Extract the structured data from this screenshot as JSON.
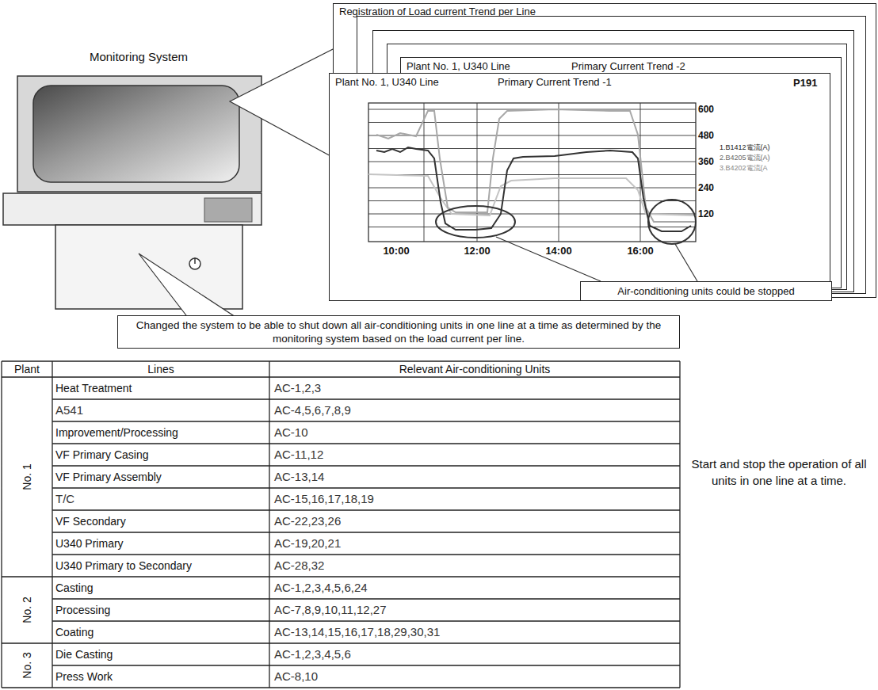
{
  "diagram": {
    "nodes": [
      {
        "text": [
          "Registration of Load current Trend per Line"
        ]
      },
      {
        "text": [
          "Plant No. 1, U340 Line",
          "Primary Current Trend -2"
        ]
      },
      {
        "text": [
          "Plant No. 1, U340 Line",
          "Primary Current Trend -1",
          "P191"
        ]
      },
      {
        "text": [
          "Air-conditioning units could be stopped"
        ],
        "in": 2
      },
      {
        "text": [
          "Changed the system to be able to shut down all air-conditioning units in one line at a time as determined by the monitoring system based on the load current per line."
        ]
      }
    ],
    "labels": [
      "Monitoring System",
      "600",
      "480",
      "360",
      "240",
      "120",
      "10:00",
      "12:00",
      "14:00",
      "16:00",
      "1.B1412電流(A)",
      "2.B4205電流(A)",
      "3.B4202電流(A",
      "Plant",
      "Lines",
      "Relevant Air-conditioning Units",
      "No. 1",
      "Heat Treatment",
      "AC-1,2,3",
      "A541",
      "AC-4,5,6,7,8,9",
      "Improvement/Processing",
      "AC-10",
      "VF Primary Casing",
      "AC-11,12",
      "VF Primary Assembly",
      "AC-13,14",
      "T/C",
      "AC-15,16,17,18,19",
      "VF Secondary",
      "AC-22,23,26",
      "U340 Primary",
      "AC-19,20,21",
      "U340 Primary to Secondary",
      "AC-28,32",
      "No. 2",
      "Casting",
      "AC-1,2,3,4,5,6,24",
      "Processing",
      "AC-7,8,9,10,11,12,27",
      "Coating",
      "AC-13,14,15,16,17,18,29,30,31",
      "No. 3",
      "Die Casting",
      "AC-1,2,3,4,5,6",
      "Press Work",
      "AC-8,10",
      "Start and stop the operation of all units in one line at a time."
    ]
  }
}
